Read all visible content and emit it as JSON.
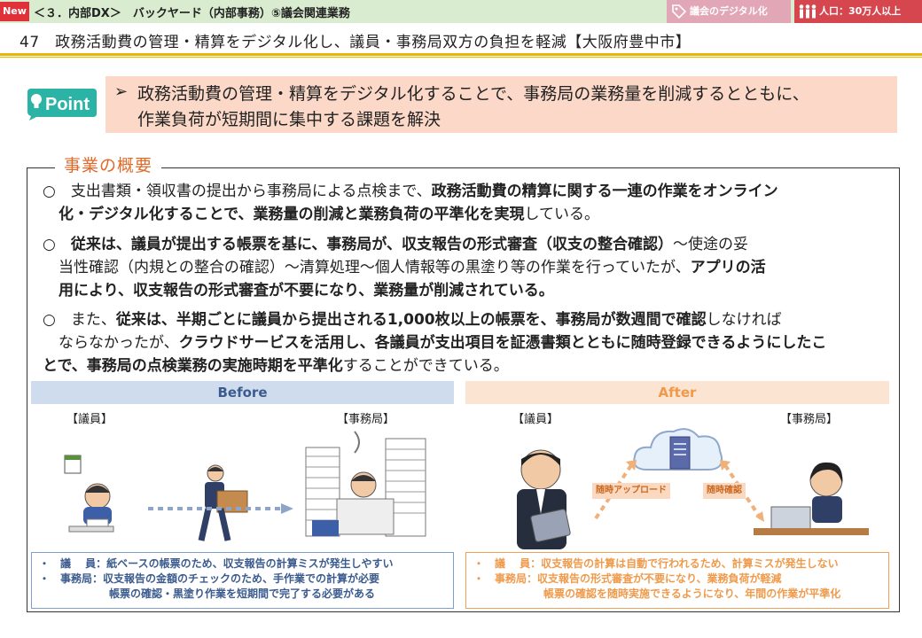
{
  "header": {
    "new_badge": "New",
    "section": "＜３．内部DX＞　バックヤード（内部事務）⑤議会関連業務",
    "tag_digital": "議会のデジタル化",
    "tag_population": "人口：30万人以上"
  },
  "title": "47　政務活動費の管理・精算をデジタル化し、議員・事務局双方の負担を軽減【大阪府豊中市】",
  "point": {
    "logo_text": "Point",
    "arrow": "➢",
    "line1": "政務活動費の管理・精算をデジタル化することで、事務局の業務量を削減するとともに、",
    "line2": "作業負荷が短期間に集中する課題を解決"
  },
  "overview": {
    "title": "事業の概要",
    "p1_l1_a": "○　支出書類・領収書の提出から事務局による点検まで、",
    "p1_l1_b": "政務活動費の精算に関する一連の作業をオンライン",
    "p1_l2_a": "化・デジタル化することで、業務量の削減と業務負荷の平準化を実現",
    "p1_l2_b": "している。",
    "p2_l1_a": "○　従来は、議員が提出する帳票を基に、事務局が、収支報告の形式審査（収支の整合確認）",
    "p2_l1_b": "～使途の妥",
    "p2_l2_a": "当性確認（内規との整合の確認）～清算処理～個人情報等の黒塗り等の作業を行っていたが、",
    "p2_l2_b": "アプリの活",
    "p2_l3": "用により、収支報告の形式審査が不要になり、業務量が削減されている。",
    "p3_l1_a": "○　また、",
    "p3_l1_b": "従来は、半期ごとに議員から提出される1,000枚以上の帳票を、事務局が数週間で確認",
    "p3_l1_c": "しなければ",
    "p3_l2_a": "ならなかったが、",
    "p3_l2_b": "クラウドサービスを活用し、各議員が支出項目を証憑書類とともに随時登録できるようにしたこ",
    "p3_l3_a": "とで、事務局の点検業務の実施時期を平準化",
    "p3_l3_b": "することができている。"
  },
  "before": {
    "label": "Before",
    "role_member": "【議員】",
    "role_office": "【事務局】",
    "note1": "・　議　 員：紙ベースの帳票のため、収支報告の計算ミスが発生しやすい",
    "note2": "・　事務局：収支報告の金額のチェックのため、手作業での計算が必要",
    "note3": "帳票の確認・黒塗り作業を短期間で完了する必要がある"
  },
  "after": {
    "label": "After",
    "role_member": "【議員】",
    "role_office": "【事務局】",
    "upload_label": "随時アップロード",
    "confirm_label": "随時確認",
    "note1": "・　議　 員：収支報告の計算は自動で行われるため、計算ミスが発生しない",
    "note2": "・　事務局：収支報告の形式審査が不要になり、業務負荷が軽減",
    "note3": "帳票の確認を随時実施できるようになり、年間の作業が平準化"
  },
  "colors": {
    "accent_orange": "#e06a2a",
    "before_blue": "#3b5b8e",
    "after_orange": "#ef9a4b",
    "header_green": "#d9ecd0",
    "rule_yellow": "#e8b800"
  }
}
